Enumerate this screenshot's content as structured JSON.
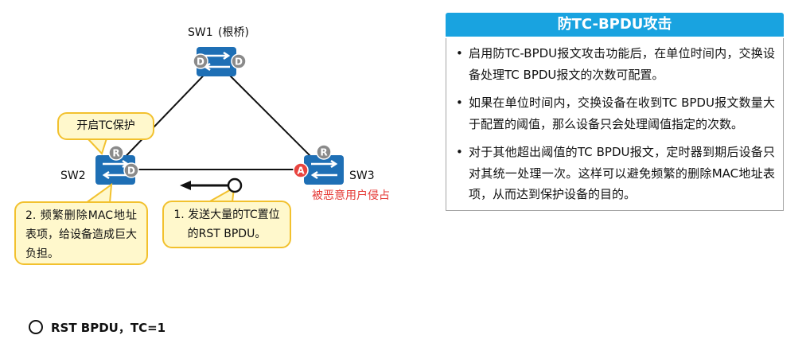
{
  "diagram": {
    "switches": {
      "sw1": {
        "name": "SW1",
        "role": "(根桥)"
      },
      "sw2": {
        "name": "SW2"
      },
      "sw3": {
        "name": "SW3",
        "note": "被恶意用户侵占"
      }
    },
    "port_labels": {
      "designated": "D",
      "root": "R",
      "alternate": "A"
    },
    "callouts": {
      "enable_tc": "开启TC保护",
      "mac_burden": "2. 频繁删除MAC地址表项，给设备造成巨大负担。",
      "send_bpdu": "1. 发送大量的TC置位的RST BPDU。"
    },
    "colors": {
      "switch": "#1e6fb5",
      "port_badge": "#8a8a8a",
      "alternate_port": "#e8443f",
      "note": "#e53935",
      "callout_fill": "#fff8cc",
      "callout_border": "#f2c12e"
    }
  },
  "panel": {
    "title": "防TC-BPDU攻击",
    "bullets": [
      "启用防TC-BPDU报文攻击功能后，在单位时间内，交换设备处理TC BPDU报文的次数可配置。",
      "如果在单位时间内，交换设备在收到TC BPDU报文数量大于配置的阈值，那么设备只会处理阈值指定的次数。",
      "对于其他超出阈值的TC BPDU报文，定时器到期后设备只对其统一处理一次。这样可以避免频繁的删除MAC地址表项，从而达到保护设备的目的。"
    ],
    "colors": {
      "header": "#19a3e0"
    }
  },
  "legend": {
    "label": "RST BPDU，TC=1"
  }
}
